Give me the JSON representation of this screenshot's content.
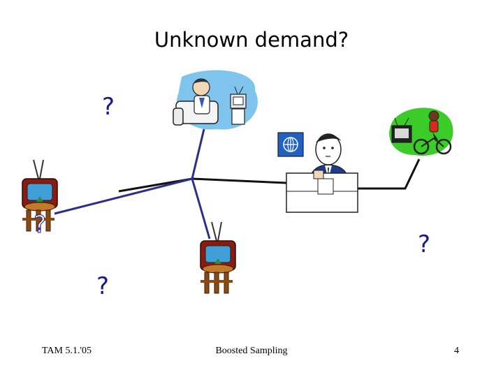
{
  "slide": {
    "title": "Unknown demand?",
    "question_marks": [
      "?",
      "?",
      "?",
      "?"
    ],
    "footer": {
      "left": "TAM 5.1.'05",
      "center": "Boosted Sampling",
      "right": "4"
    }
  },
  "colors": {
    "network_line": "#111111",
    "branch_line": "#2d2d8a",
    "question_mark": "#1a1a8c",
    "tv_body": "#8b1a10",
    "tv_screen": "#3f9fd6",
    "chair_wood": "#8a4a12",
    "desk_screen": "#1f62c4",
    "blue_blob": "#7ec4ec",
    "green_blob": "#3ccc2a"
  },
  "icons": [
    "tv-on-chair-icon",
    "couch-viewer-icon",
    "news-anchor-icon",
    "cyclist-tv-icon",
    "globe-monitor-icon"
  ]
}
